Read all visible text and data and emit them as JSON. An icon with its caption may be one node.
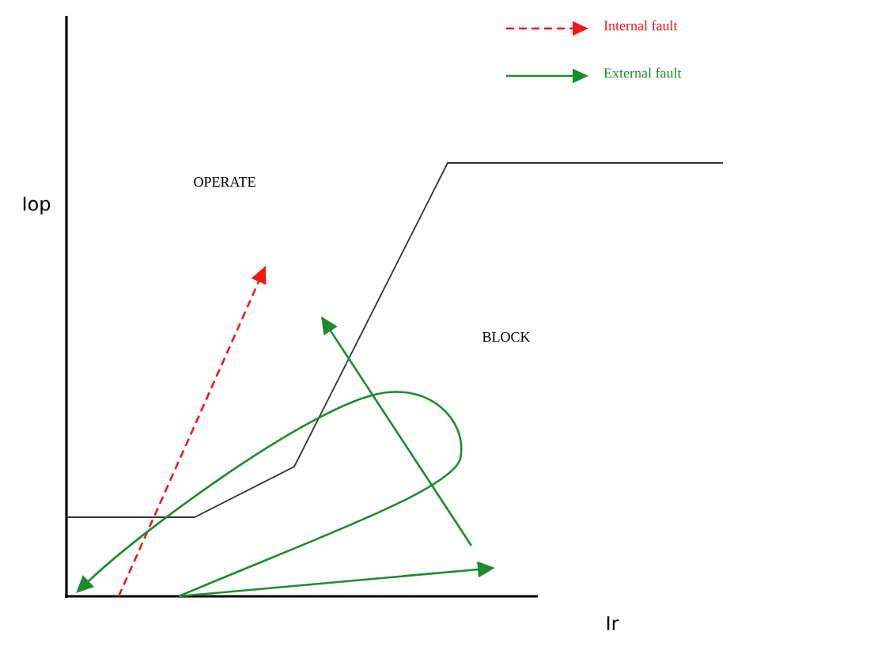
{
  "diagram": {
    "labels": [
      "Iop",
      "OPERATE",
      "BLOCK",
      "Ir"
    ],
    "legend": [
      {
        "text": "Internal fault"
      },
      {
        "text": "External fault"
      }
    ]
  }
}
